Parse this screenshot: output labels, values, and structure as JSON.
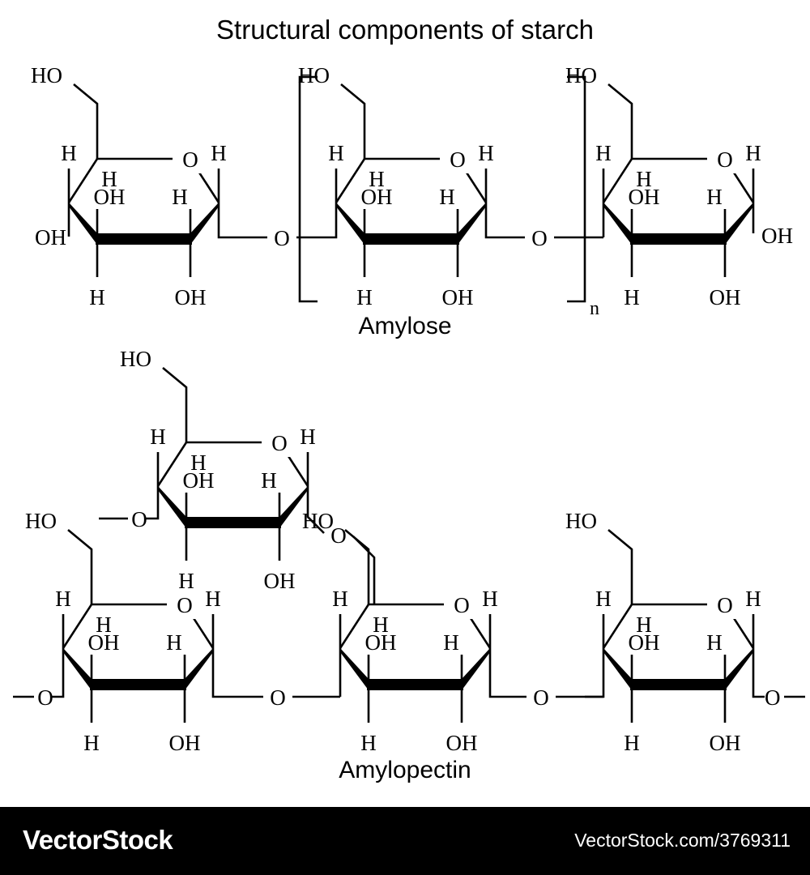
{
  "title": "Structural components of starch",
  "sections": [
    {
      "id": "amylose",
      "label": "Amylose"
    },
    {
      "id": "amylopectin",
      "label": "Amylopectin"
    }
  ],
  "footer": {
    "brand": "VectorStock",
    "url": "VectorStock.com/3769311"
  },
  "colors": {
    "background": "#ffffff",
    "stroke": "#000000",
    "text": "#000000",
    "footer_background": "#000000",
    "footer_text": "#ffffff"
  },
  "chemistry": {
    "repeat_subscript": "n",
    "atom_labels": {
      "hydroxymethyl": "HO",
      "hydroxyl": "OH",
      "hydrogen": "H",
      "oxygen": "O"
    },
    "amylose": {
      "unit_count": 3,
      "bracketed_unit_index": 2,
      "left_terminus": "OH",
      "right_terminus": "OH",
      "glycosidic_linkage_label": "O",
      "glycosidic_count": 2,
      "ring_substituents": [
        {
          "position": "C6",
          "label": "HO"
        },
        {
          "position": "C5-H",
          "label": "H"
        },
        {
          "position": "C4-up",
          "label": "H"
        },
        {
          "position": "C4-down",
          "label": "OH"
        },
        {
          "position": "C3-up",
          "label": "OH"
        },
        {
          "position": "C3-down",
          "label": "H"
        },
        {
          "position": "C2-up",
          "label": "H"
        },
        {
          "position": "C2-down",
          "label": "OH"
        },
        {
          "position": "C1-H",
          "label": "H"
        },
        {
          "position": "ring-O",
          "label": "O"
        }
      ]
    },
    "amylopectin": {
      "unit_count": 4,
      "branch_unit_count": 1,
      "main_chain_count": 3,
      "left_terminus": "O",
      "right_terminus": "O",
      "branch_linkage_label": "O",
      "glycosidic_linkage_label": "O",
      "glycosidic_count": 2,
      "branch_point_description": "1,6-linkage from middle main-chain unit C6 to branch unit C4"
    }
  }
}
